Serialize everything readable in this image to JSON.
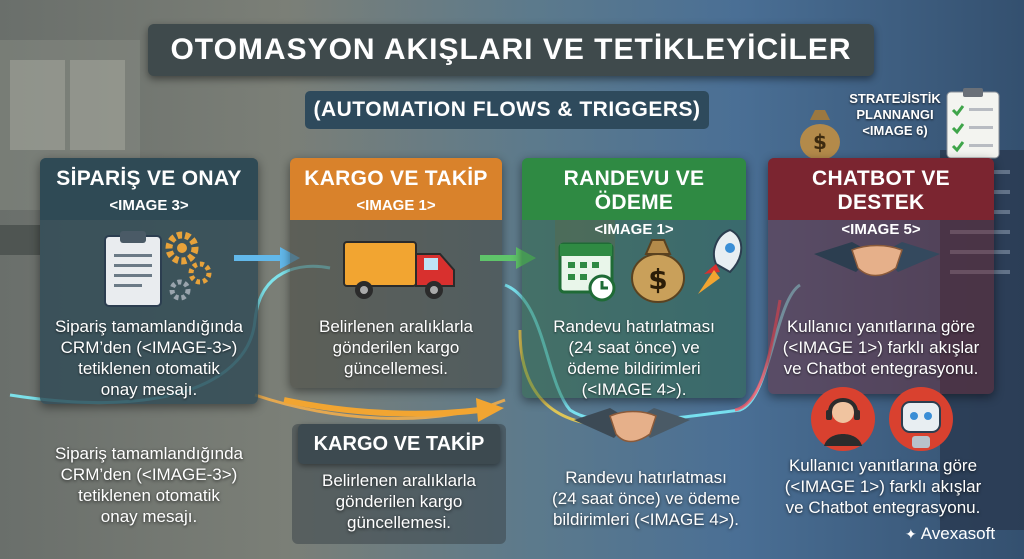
{
  "title": "OTOMASYON AKIŞLARI VE TETİKLEYİCİLER",
  "subtitle": "(AUTOMATION FLOWS & TRIGGERS)",
  "strategy": {
    "line1": "STRATEJİSTİK",
    "line2": "PLANNANGI",
    "line3": "<IMAGE 6)"
  },
  "columns": [
    {
      "title": "SİPARİŞ VE ONAY",
      "tag": "<IMAGE 3>",
      "description": [
        "Sipariş tamamlandığında",
        "CRM’den (<IMAGE-3>)",
        "tetiklenen otomatik",
        "onay mesajı."
      ],
      "color": "#2f4a55"
    },
    {
      "title": "KARGO VE TAKİP",
      "tag": "<IMAGE 1>",
      "description": [
        "Belirlenen aralıklarla",
        "gönderilen kargo",
        "güncellemesi."
      ],
      "color": "#d9822b"
    },
    {
      "title": "RANDEVU VE ÖDEME",
      "tag": "<IMAGE 1>",
      "description": [
        "Randevu hatırlatması",
        "(24 saat önce) ve",
        "ödeme bildirimleri",
        "(<IMAGE 4>)."
      ],
      "color": "#2f8a43"
    },
    {
      "title": "CHATBOT VE DESTEK",
      "tag": "<IMAGE 5>",
      "description": [
        "Kullanıcı yanıtlarına göre",
        "(<IMAGE 1>) farklı akışlar",
        "ve Chatbot entegrasyonu."
      ],
      "color": "#7b2530"
    }
  ],
  "lower": {
    "col1": [
      "Sipariş tamamlandığında",
      "CRM’den (<IMAGE-3>)",
      "tetiklenen otomatik",
      "onay mesajı."
    ],
    "col2_title": "KARGO VE TAKİP",
    "col2": [
      "Belirlenen aralıklarla",
      "gönderilen kargo",
      "güncellemesi."
    ],
    "col3": [
      "Randevu hatırlatması",
      "(24 saat önce) ve ödeme",
      "bildirimleri (<IMAGE 4>)."
    ],
    "col4": [
      "Kullanıcı yanıtlarına göre",
      "(<IMAGE 1>) farklı akışlar",
      "ve Chatbot entegrasyonu."
    ]
  },
  "logo": "Avexasoft",
  "icons": [
    "clipboard-icon",
    "gear-icon",
    "truck-icon",
    "calendar-icon",
    "money-bag-icon",
    "rocket-icon",
    "handshake-icon",
    "support-agent-icon",
    "robot-icon",
    "checklist-icon"
  ]
}
